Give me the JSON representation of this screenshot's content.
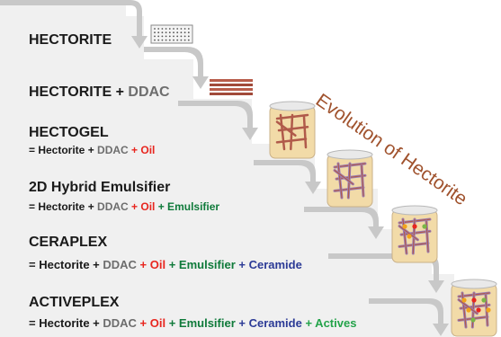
{
  "steps": [
    {
      "title": [
        {
          "text": "HECTORITE",
          "color": "dark"
        }
      ],
      "formula": []
    },
    {
      "title": [
        {
          "text": "HECTORITE + ",
          "color": "dark"
        },
        {
          "text": "DDAC",
          "color": "gray"
        }
      ],
      "formula": []
    },
    {
      "title": [
        {
          "text": "HECTOGEL",
          "color": "dark"
        }
      ],
      "formula": [
        {
          "text": "= Hectorite + ",
          "color": "dark"
        },
        {
          "text": "DDAC ",
          "color": "gray"
        },
        {
          "text": "+ Oil",
          "color": "red"
        }
      ]
    },
    {
      "title": [
        {
          "text": "2D Hybrid Emulsifier",
          "color": "dark"
        }
      ],
      "formula": [
        {
          "text": "= Hectorite + ",
          "color": "dark"
        },
        {
          "text": "DDAC ",
          "color": "gray"
        },
        {
          "text": "+ Oil ",
          "color": "red"
        },
        {
          "text": "+ Emulsifier",
          "color": "green"
        }
      ]
    },
    {
      "title": [
        {
          "text": "CERAPLEX",
          "color": "dark"
        }
      ],
      "formula": [
        {
          "text": "= Hectorite + ",
          "color": "dark"
        },
        {
          "text": "DDAC ",
          "color": "gray"
        },
        {
          "text": "+ Oil ",
          "color": "red"
        },
        {
          "text": "+ Emulsifier ",
          "color": "green"
        },
        {
          "text": "+ Ceramide",
          "color": "blue"
        }
      ]
    },
    {
      "title": [
        {
          "text": "ACTIVEPLEX",
          "color": "dark"
        }
      ],
      "formula": [
        {
          "text": "= Hectorite + ",
          "color": "dark"
        },
        {
          "text": "DDAC ",
          "color": "gray"
        },
        {
          "text": "+ Oil ",
          "color": "red"
        },
        {
          "text": "+ Emulsifier ",
          "color": "green"
        },
        {
          "text": "+ Ceramide ",
          "color": "blue"
        },
        {
          "text": "+ Actives",
          "color": "lime"
        }
      ]
    }
  ],
  "side_title": "Evolution of Hectorite",
  "colors": {
    "dark": "#1a1a1a",
    "gray": "#6d6d6d",
    "red": "#e8261f",
    "green": "#0f7a3a",
    "blue": "#2b3a96",
    "lime": "#24a34a",
    "staircase": "#f0f0f0",
    "arrow": "#c8c8c8",
    "jar_fill": "#f2dba8",
    "jar_lid": "#e9e9e9",
    "lattice": "#b05a4a",
    "title_brown": "#a0522d"
  },
  "icons": [
    "hectorite-block-icon",
    "layered-stack-icon",
    "gel-jar-icon",
    "emulsifier-jar-icon",
    "ceraplex-jar-icon",
    "activeplex-jar-icon"
  ]
}
